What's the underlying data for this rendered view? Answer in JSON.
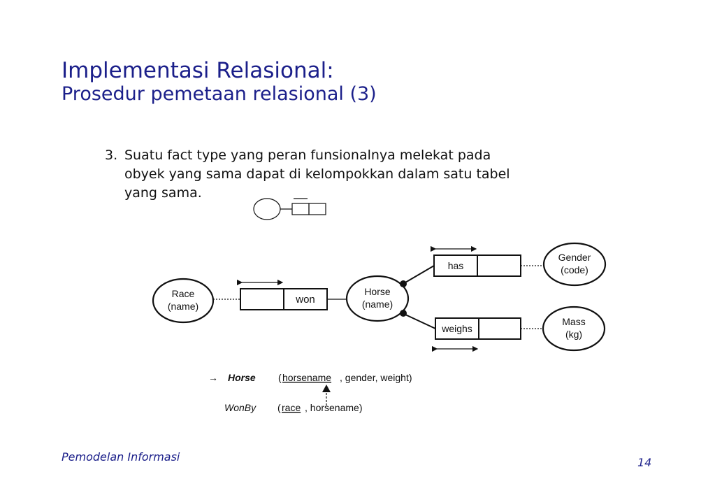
{
  "slide": {
    "title": "Implementasi Relasional:",
    "subtitle": "Prosedur pemetaan relasional (3)",
    "point_number": "3.",
    "point_line1": "Suatu fact type yang peran funsionalnya melekat pada",
    "point_line2": "obyek yang sama dapat di kelompokkan dalam satu tabel",
    "point_line3": "yang sama.",
    "footer": "Pemodelan Informasi",
    "page_number": "14"
  },
  "diagram": {
    "entities": {
      "race": {
        "name": "Race",
        "ref": "(name)"
      },
      "horse": {
        "name": "Horse",
        "ref": "(name)"
      },
      "gender": {
        "name": "Gender",
        "ref": "(code)"
      },
      "mass": {
        "name": "Mass",
        "ref": "(kg)"
      }
    },
    "facts": {
      "won": "won",
      "has": "has",
      "weighs": "weighs"
    },
    "schema": {
      "arrow": "→",
      "horse_table": "Horse",
      "horse_key": "horsename",
      "horse_rest": ", gender, weight)",
      "wonby_table": "WonBy",
      "wonby_key": "race",
      "wonby_rest": ", horsename)",
      "open_paren": "("
    }
  }
}
